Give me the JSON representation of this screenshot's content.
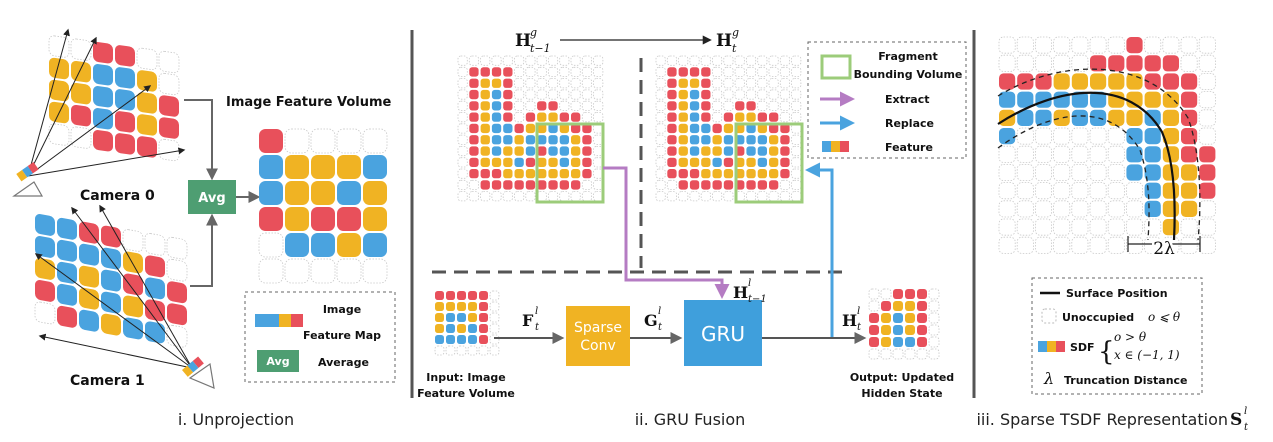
{
  "colors": {
    "red": "#e8505b",
    "yellow": "#f0b323",
    "blue": "#4aa3df",
    "green_box": "#9ccc7a",
    "avg_green": "#4e9e72",
    "sparse_conv": "#f0b323",
    "gru": "#3f9fdc",
    "extract": "#b57cc3",
    "replace": "#4aa3df"
  },
  "panel1": {
    "caption": "i. Unprojection",
    "camera0": "Camera 0",
    "camera1": "Camera 1",
    "avg": "Avg",
    "volume_title": "Image Feature Volume",
    "legend_feature_map_line1": "Image",
    "legend_feature_map_line2": "Feature Map",
    "legend_avg_label": "Average"
  },
  "panel2": {
    "caption": "ii. GRU Fusion",
    "h_prev_global": "H",
    "h_prev_global_sup": "g",
    "h_prev_global_sub": "t−1",
    "h_global": "H",
    "h_global_sup": "g",
    "h_global_sub": "t",
    "legend_fragment_line1": "Fragment",
    "legend_fragment_line2": "Bounding Volume",
    "legend_extract": "Extract",
    "legend_replace": "Replace",
    "legend_feature": "Feature",
    "f_label": "F",
    "f_sup": "l",
    "f_sub": "t",
    "sparse_conv_line1": "Sparse",
    "sparse_conv_line2": "Conv",
    "g_label": "G",
    "g_sup": "l",
    "g_sub": "t",
    "gru": "GRU",
    "h_in": "H",
    "h_in_sup": "l",
    "h_in_sub": "t−1",
    "h_out": "H",
    "h_out_sup": "l",
    "h_out_sub": "t",
    "input_line1": "Input: Image",
    "input_line2": "Feature Volume",
    "output_line1": "Output: Updated",
    "output_line2": "Hidden State"
  },
  "panel3": {
    "caption": "iii. Sparse TSDF Representation ",
    "caption_math": "S",
    "caption_sup": "l",
    "caption_sub": "t",
    "two_lambda": "2λ",
    "legend_surface": "Surface Position",
    "legend_unoccupied": "Unoccupied",
    "legend_unoccupied_math": "o ⩽ θ",
    "legend_sdf": "SDF",
    "legend_sdf_math1": "o > θ",
    "legend_sdf_math2": "x ∈ (−1, 1)",
    "legend_lambda": "λ",
    "legend_truncation": "Truncation Distance"
  }
}
